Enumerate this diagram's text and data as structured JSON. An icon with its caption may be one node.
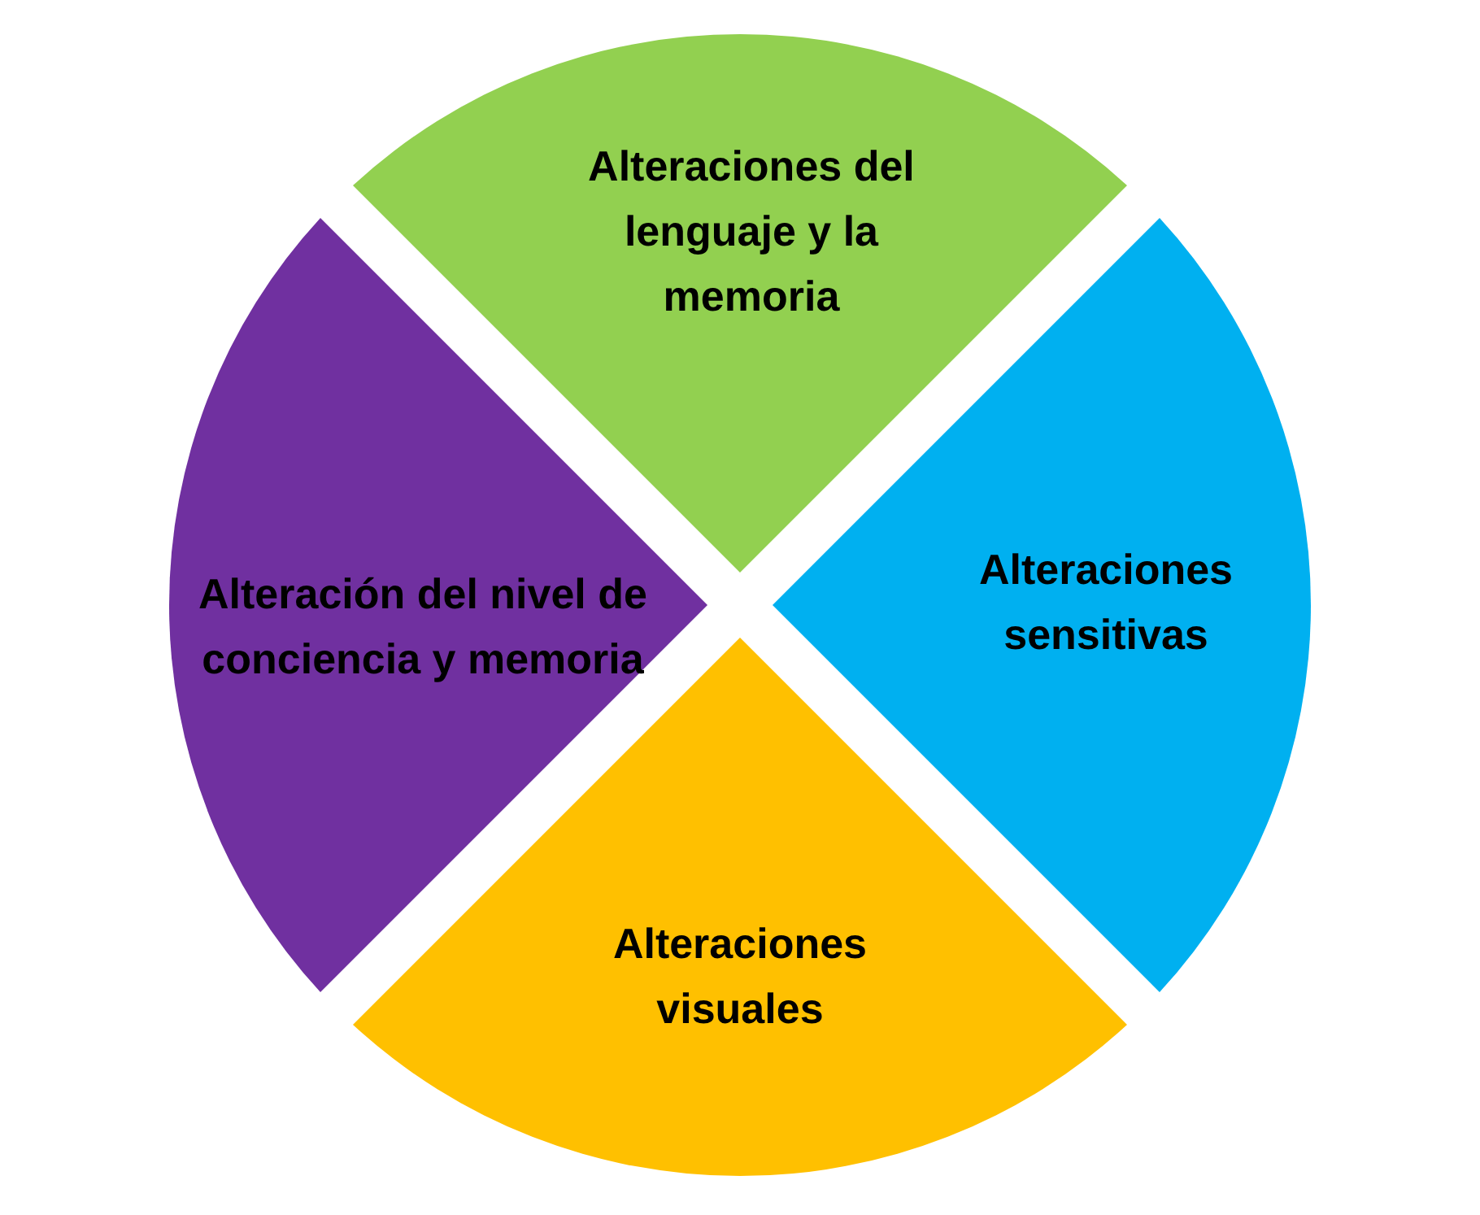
{
  "diagram": {
    "nodes": [
      {
        "text": [
          "Alteraciones del lenguaje y la memoria"
        ]
      },
      {
        "text": [
          "Alteraciones sensitivas"
        ]
      },
      {
        "text": [
          "Alteraciones visuales"
        ]
      },
      {
        "text": [
          "Alteración del nivel de conciencia y memoria"
        ]
      }
    ]
  }
}
